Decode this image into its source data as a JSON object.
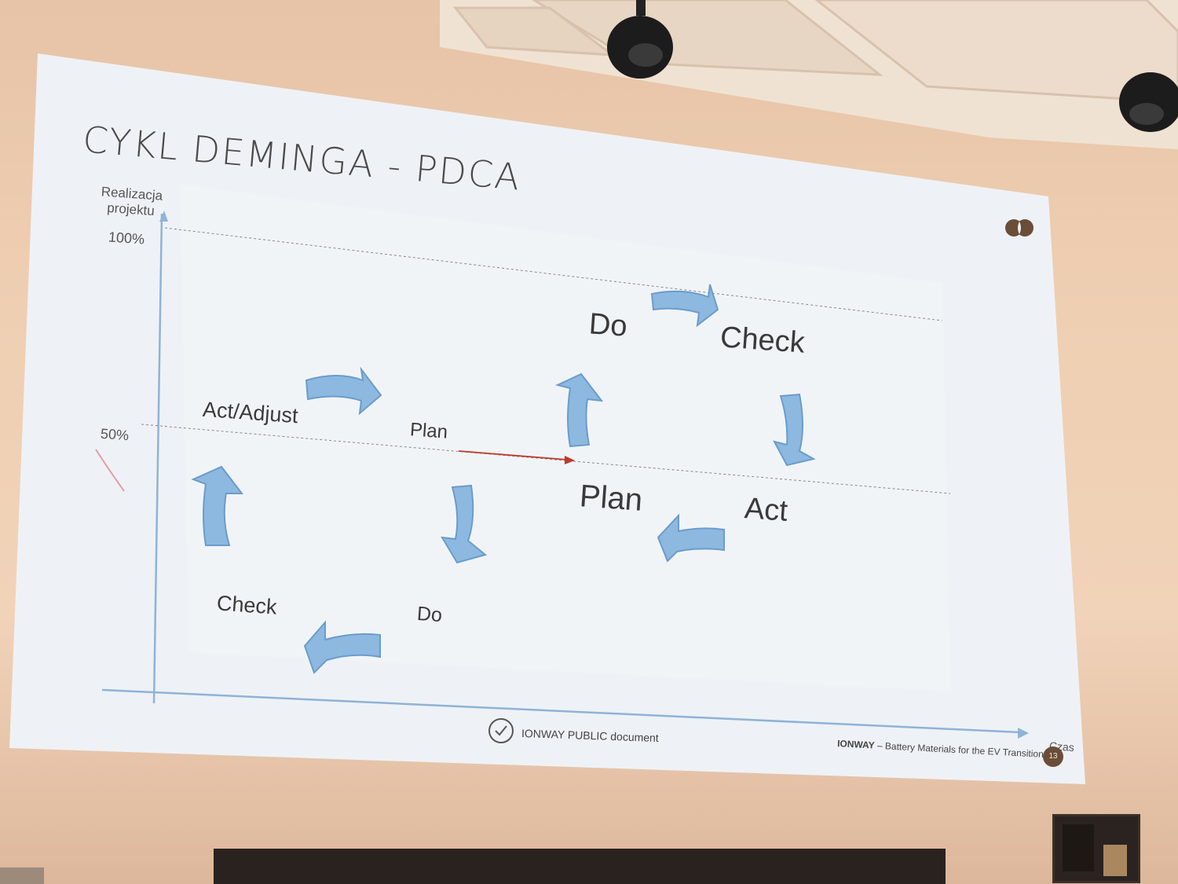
{
  "slide": {
    "title": "CYKL DEMINGA - PDCA",
    "y_axis_label_line1": "Realizacja",
    "y_axis_label_line2": "projektu",
    "x_axis_label": "Czas",
    "level_100": "100%",
    "level_50": "50%",
    "first_cycle": {
      "act": "Act/Adjust",
      "plan": "Plan",
      "do": "Do",
      "check": "Check"
    },
    "second_cycle": {
      "do": "Do",
      "check": "Check",
      "act": "Act",
      "plan": "Plan"
    },
    "footer_doc": "IONWAY PUBLIC document",
    "footer_brand": "IONWAY",
    "footer_tagline": " – Battery Materials for the EV Transition",
    "page_number": "13"
  },
  "colors": {
    "arrow_fill": "#8db8e0",
    "arrow_stroke": "#6a9ccc",
    "axis": "#8fb3d6",
    "red_arrow": "#c0392b",
    "badge": "#6b4e38"
  },
  "icons": [
    "check-circle-icon",
    "logo-icon"
  ]
}
